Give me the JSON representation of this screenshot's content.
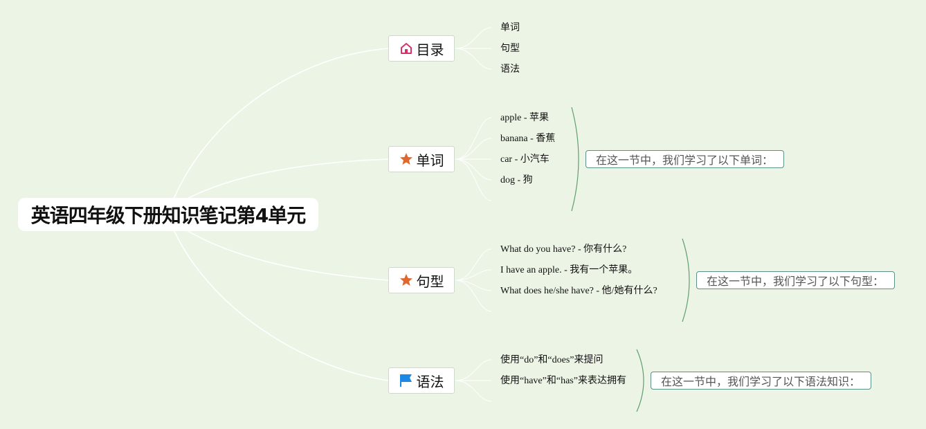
{
  "root": {
    "title": "英语四年级下册知识笔记第4单元"
  },
  "branches": [
    {
      "label": "目录",
      "icon": "home-icon",
      "icon_color": "#d6336c",
      "items": [
        "单词",
        "句型",
        "语法"
      ]
    },
    {
      "label": "单词",
      "icon": "star-icon",
      "icon_color": "#e0682f",
      "items": [
        "apple - 苹果",
        "banana - 香蕉",
        "car - 小汽车",
        "dog - 狗"
      ],
      "summary": "在这一节中，我们学习了以下单词："
    },
    {
      "label": "句型",
      "icon": "star-icon",
      "icon_color": "#e0682f",
      "items": [
        "What do you have? - 你有什么?",
        "I have an apple. - 我有一个苹果。",
        "What does he/she have? - 他/她有什么?"
      ],
      "summary": "在这一节中，我们学习了以下句型："
    },
    {
      "label": "语法",
      "icon": "flag-icon",
      "icon_color": "#1e88e5",
      "items": [
        "使用“do”和“does”来提问",
        "使用“have”和“has”来表达拥有"
      ],
      "summary": "在这一节中，我们学习了以下语法知识："
    }
  ],
  "colors": {
    "background": "#ecf4e6",
    "line_main": "#ffffff",
    "line_leaf": "#ffffff",
    "bracket": "#5e9e6c",
    "summary_border": "#5c8f86"
  }
}
